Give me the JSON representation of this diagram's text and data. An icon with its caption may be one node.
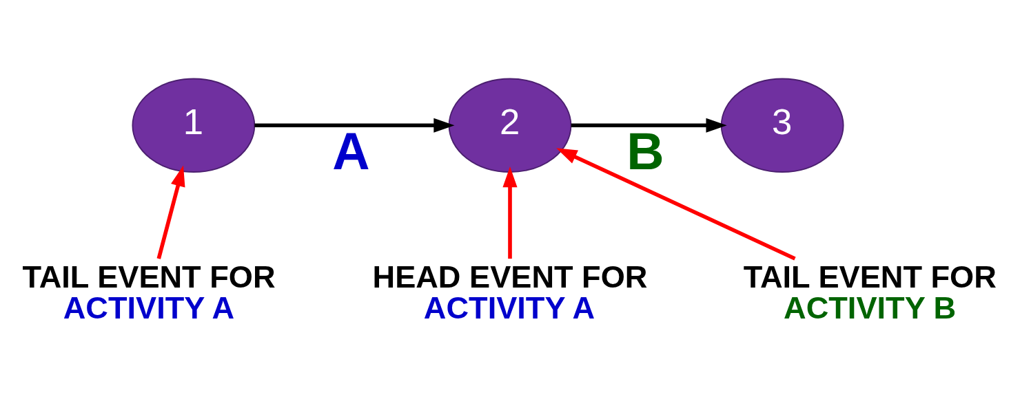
{
  "diagram": {
    "nodes": [
      {
        "text": [
          "1"
        ]
      },
      {
        "text": [
          "2"
        ]
      },
      {
        "text": [
          "3"
        ]
      },
      {
        "text": [
          "TAIL EVENT FOR",
          "ACTIVITY A"
        ]
      },
      {
        "text": [
          "HEAD EVENT FOR",
          "ACTIVITY A"
        ]
      },
      {
        "text": [
          "TAIL EVENT FOR",
          "ACTIVITY B"
        ]
      }
    ],
    "edges": [
      {
        "from": 0,
        "to": 1,
        "arrow": "to",
        "label": "A",
        "color": "#000000"
      },
      {
        "from": 1,
        "to": 2,
        "arrow": "to",
        "label": "B",
        "color": "#000000"
      },
      {
        "from": 3,
        "to": 0,
        "arrow": "to"
      },
      {
        "from": 4,
        "to": 1,
        "arrow": "to"
      },
      {
        "from": 5,
        "to": 1,
        "arrow": "to"
      }
    ]
  }
}
